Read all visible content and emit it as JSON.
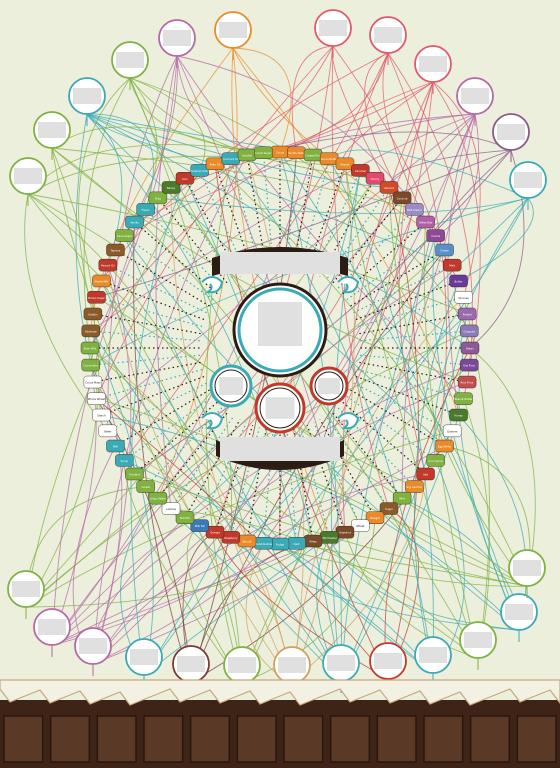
{
  "colors": {
    "background": "#ecefdc",
    "chocolate": "#3d2416",
    "chocolate_light": "#5a3a26",
    "wrapper": "#f3f1e4",
    "ink": "#2b1d14",
    "teal": "#3aaab6",
    "red": "#c0392b",
    "orange": "#e98b2a",
    "placeholder": "#e0e0e0"
  },
  "center": {
    "title_banner": "",
    "bottom_banner": "",
    "main_medallion_label": "",
    "small_left_label": "",
    "small_middle_label": "",
    "small_right_label": ""
  },
  "ring_labels": [
    {
      "text": "Cocoa",
      "color": "#e98b2a"
    },
    {
      "text": "Vanilla Wafer",
      "color": "#e98b2a"
    },
    {
      "text": "Crisped Rice",
      "color": "#7fb241"
    },
    {
      "text": "Cocoa Butter",
      "color": "#e98b2a"
    },
    {
      "text": "Peanut",
      "color": "#e98b2a"
    },
    {
      "text": "Caramel",
      "color": "#c0392b"
    },
    {
      "text": "Cherry",
      "color": "#e04a6c"
    },
    {
      "text": "Almond",
      "color": "#d24a2a"
    },
    {
      "text": "Coconut",
      "color": "#7a4a2a"
    },
    {
      "text": "Milk Cream",
      "color": "#9b8bc8"
    },
    {
      "text": "Toffee Bits",
      "color": "#b060a8"
    },
    {
      "text": "Cookie",
      "color": "#8c4a96"
    },
    {
      "text": "Cream",
      "color": "#5b8fc8"
    },
    {
      "text": "Malt",
      "color": "#c0392b"
    },
    {
      "text": "Butter",
      "color": "#6a3a9a"
    },
    {
      "text": "Glucose",
      "color": "#ffffff"
    },
    {
      "text": "Pretzel",
      "color": "#9b6aae"
    },
    {
      "text": "Chopped",
      "color": "#8b7ab8"
    },
    {
      "text": "Raisin",
      "color": "#8c5a96"
    },
    {
      "text": "Oat Flour",
      "color": "#7a4a9a"
    },
    {
      "text": "Rice Flour",
      "color": "#c05050"
    },
    {
      "text": "Peanut Butter",
      "color": "#7fb241"
    },
    {
      "text": "Honey",
      "color": "#4a7a2a"
    },
    {
      "text": "Graham",
      "color": "#ffffff"
    },
    {
      "text": "Egg White",
      "color": "#e98b2a"
    },
    {
      "text": "Corn Syrup",
      "color": "#7fb241"
    },
    {
      "text": "Salt",
      "color": "#c0392b"
    },
    {
      "text": "Soy Lecithin",
      "color": "#e98b2a"
    },
    {
      "text": "Mint",
      "color": "#7fb241"
    },
    {
      "text": "Sugar",
      "color": "#8a5a2a"
    },
    {
      "text": "Nougat",
      "color": "#e98b2a"
    },
    {
      "text": "Wheat",
      "color": "#ffffff"
    },
    {
      "text": "Hazelnut",
      "color": "#7a4a2a"
    },
    {
      "text": "Milk Powder",
      "color": "#4a7a2a"
    },
    {
      "text": "Whey",
      "color": "#7a4a2a"
    },
    {
      "text": "Dark",
      "color": "#3aaab6"
    },
    {
      "text": "Fudge",
      "color": "#3aaab6"
    },
    {
      "text": "Marshmallow",
      "color": "#3aaab6"
    },
    {
      "text": "Biscuit",
      "color": "#e98b2a"
    },
    {
      "text": "Raspberry",
      "color": "#c0392b"
    },
    {
      "text": "Orange",
      "color": "#c0392b"
    },
    {
      "text": "Milk Fat",
      "color": "#3a7ab8"
    },
    {
      "text": "Nut Mix",
      "color": "#7fb241"
    },
    {
      "text": "Lactose",
      "color": "#ffffff"
    },
    {
      "text": "Crispy Wafer",
      "color": "#7fb241"
    },
    {
      "text": "Cereal",
      "color": "#7fb241"
    },
    {
      "text": "Fondant",
      "color": "#7fb241"
    },
    {
      "text": "Syrup",
      "color": "#3aaab6"
    },
    {
      "text": "Milk",
      "color": "#3aaab6"
    },
    {
      "text": "Wafer",
      "color": "#ffffff"
    },
    {
      "text": "Starch",
      "color": "#ffffff"
    },
    {
      "text": "Whole Wheat",
      "color": "#ffffff"
    },
    {
      "text": "Cocoa Mass",
      "color": "#ffffff"
    },
    {
      "text": "Cocoa Nibs",
      "color": "#7fb241"
    },
    {
      "text": "Skim Milk",
      "color": "#7fb241"
    },
    {
      "text": "Dextrose",
      "color": "#8a5a2a"
    },
    {
      "text": "Gelatin",
      "color": "#8a5a2a"
    },
    {
      "text": "Brown Sugar",
      "color": "#c0392b"
    },
    {
      "text": "Whole Milk",
      "color": "#e98b2a"
    },
    {
      "text": "Peanut Oil",
      "color": "#c0392b"
    },
    {
      "text": "Tapioca",
      "color": "#8a5a2a"
    },
    {
      "text": "Cane Sugar",
      "color": "#7fb241"
    },
    {
      "text": "Vanilla",
      "color": "#3aaab6"
    },
    {
      "text": "Flavor",
      "color": "#3aaab6"
    },
    {
      "text": "Nuts",
      "color": "#7fb241"
    },
    {
      "text": "Barley",
      "color": "#4a7a2a"
    },
    {
      "text": "Corn",
      "color": "#c0392b"
    },
    {
      "text": "Caramel Color",
      "color": "#3aaab6"
    },
    {
      "text": "Palm Oil",
      "color": "#e98b2a"
    },
    {
      "text": "Coconut Oil",
      "color": "#3aaab6"
    },
    {
      "text": "Sorbitol",
      "color": "#7fb241"
    },
    {
      "text": "Invert Sugar",
      "color": "#7fb241"
    }
  ],
  "outer_nodes": [
    {
      "label": "",
      "color": "#e98b2a"
    },
    {
      "label": "",
      "color": "#e25a6a"
    },
    {
      "label": "",
      "color": "#e25a6a"
    },
    {
      "label": "",
      "color": "#e25a6a"
    },
    {
      "label": "",
      "color": "#b56aa8"
    },
    {
      "label": "",
      "color": "#8a5a8a"
    },
    {
      "label": "",
      "color": "#3aaab6"
    },
    {
      "label": "",
      "color": "#b56aa8"
    },
    {
      "label": "",
      "color": "#7fb241"
    },
    {
      "label": "",
      "color": "#3aaab6"
    },
    {
      "label": "",
      "color": "#7fb241"
    },
    {
      "label": "",
      "color": "#7fb241"
    },
    {
      "label": "",
      "color": "#7fb241"
    },
    {
      "label": "",
      "color": "#b56aa8"
    },
    {
      "label": "",
      "color": "#b56aa8"
    },
    {
      "label": "",
      "color": "#3aaab6"
    },
    {
      "label": "",
      "color": "#7a3a3a"
    },
    {
      "label": "",
      "color": "#7fb241"
    },
    {
      "label": "",
      "color": "#d1a060"
    },
    {
      "label": "",
      "color": "#3aaab6"
    },
    {
      "label": "",
      "color": "#c0392b"
    },
    {
      "label": "",
      "color": "#3aaab6"
    },
    {
      "label": "",
      "color": "#7fb241"
    },
    {
      "label": "",
      "color": "#3aaab6"
    },
    {
      "label": "",
      "color": "#7fb241"
    }
  ]
}
